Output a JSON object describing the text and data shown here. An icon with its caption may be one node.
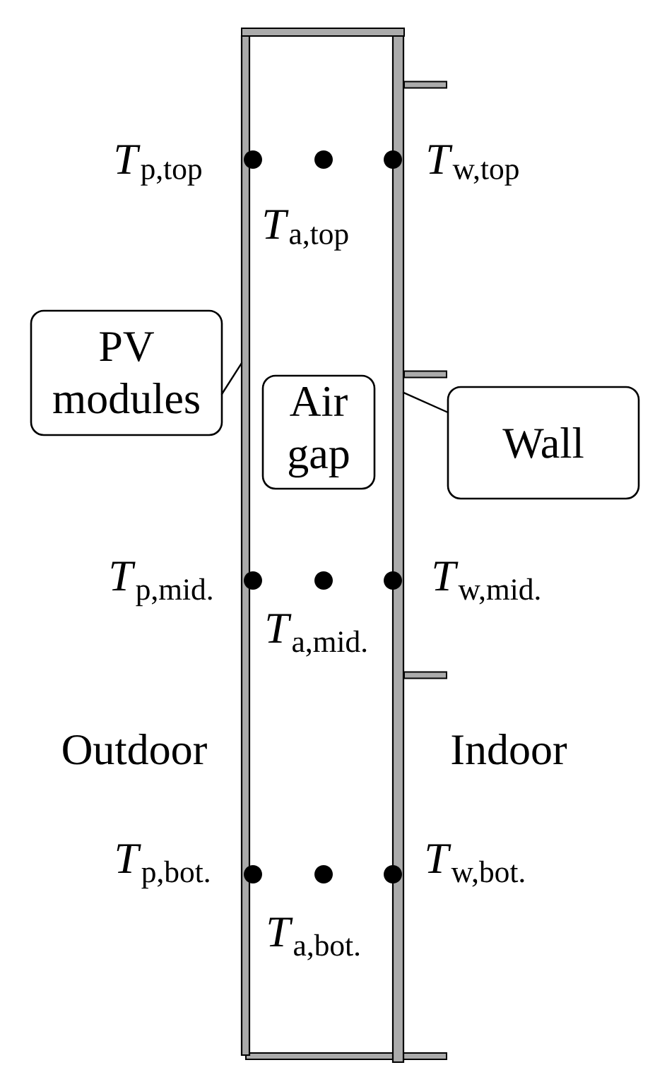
{
  "diagram": {
    "nodes": [
      {
        "text": [],
        "shape": "bar"
      },
      {
        "text": [],
        "shape": "bar"
      },
      {
        "text": [
          "PV modules"
        ]
      },
      {
        "text": [
          "Air gap"
        ]
      },
      {
        "text": [
          "Wall"
        ]
      }
    ],
    "edges": [
      {
        "from": 2,
        "to": 0,
        "arrow": "none"
      },
      {
        "from": 4,
        "to": 1,
        "arrow": "none"
      }
    ],
    "labels": [
      "*T*$_{p,top}$",
      "*T*$_{w,top}$",
      "*T*$_{a,top}$",
      "*T*$_{p,mid.}$",
      "*T*$_{w,mid.}$",
      "*T*$_{a,mid.}$",
      "Outdoor",
      "Indoor",
      "*T*$_{p,bot.}$",
      "*T*$_{w,bot.}$",
      "*T*$_{a,bot.}$"
    ]
  }
}
